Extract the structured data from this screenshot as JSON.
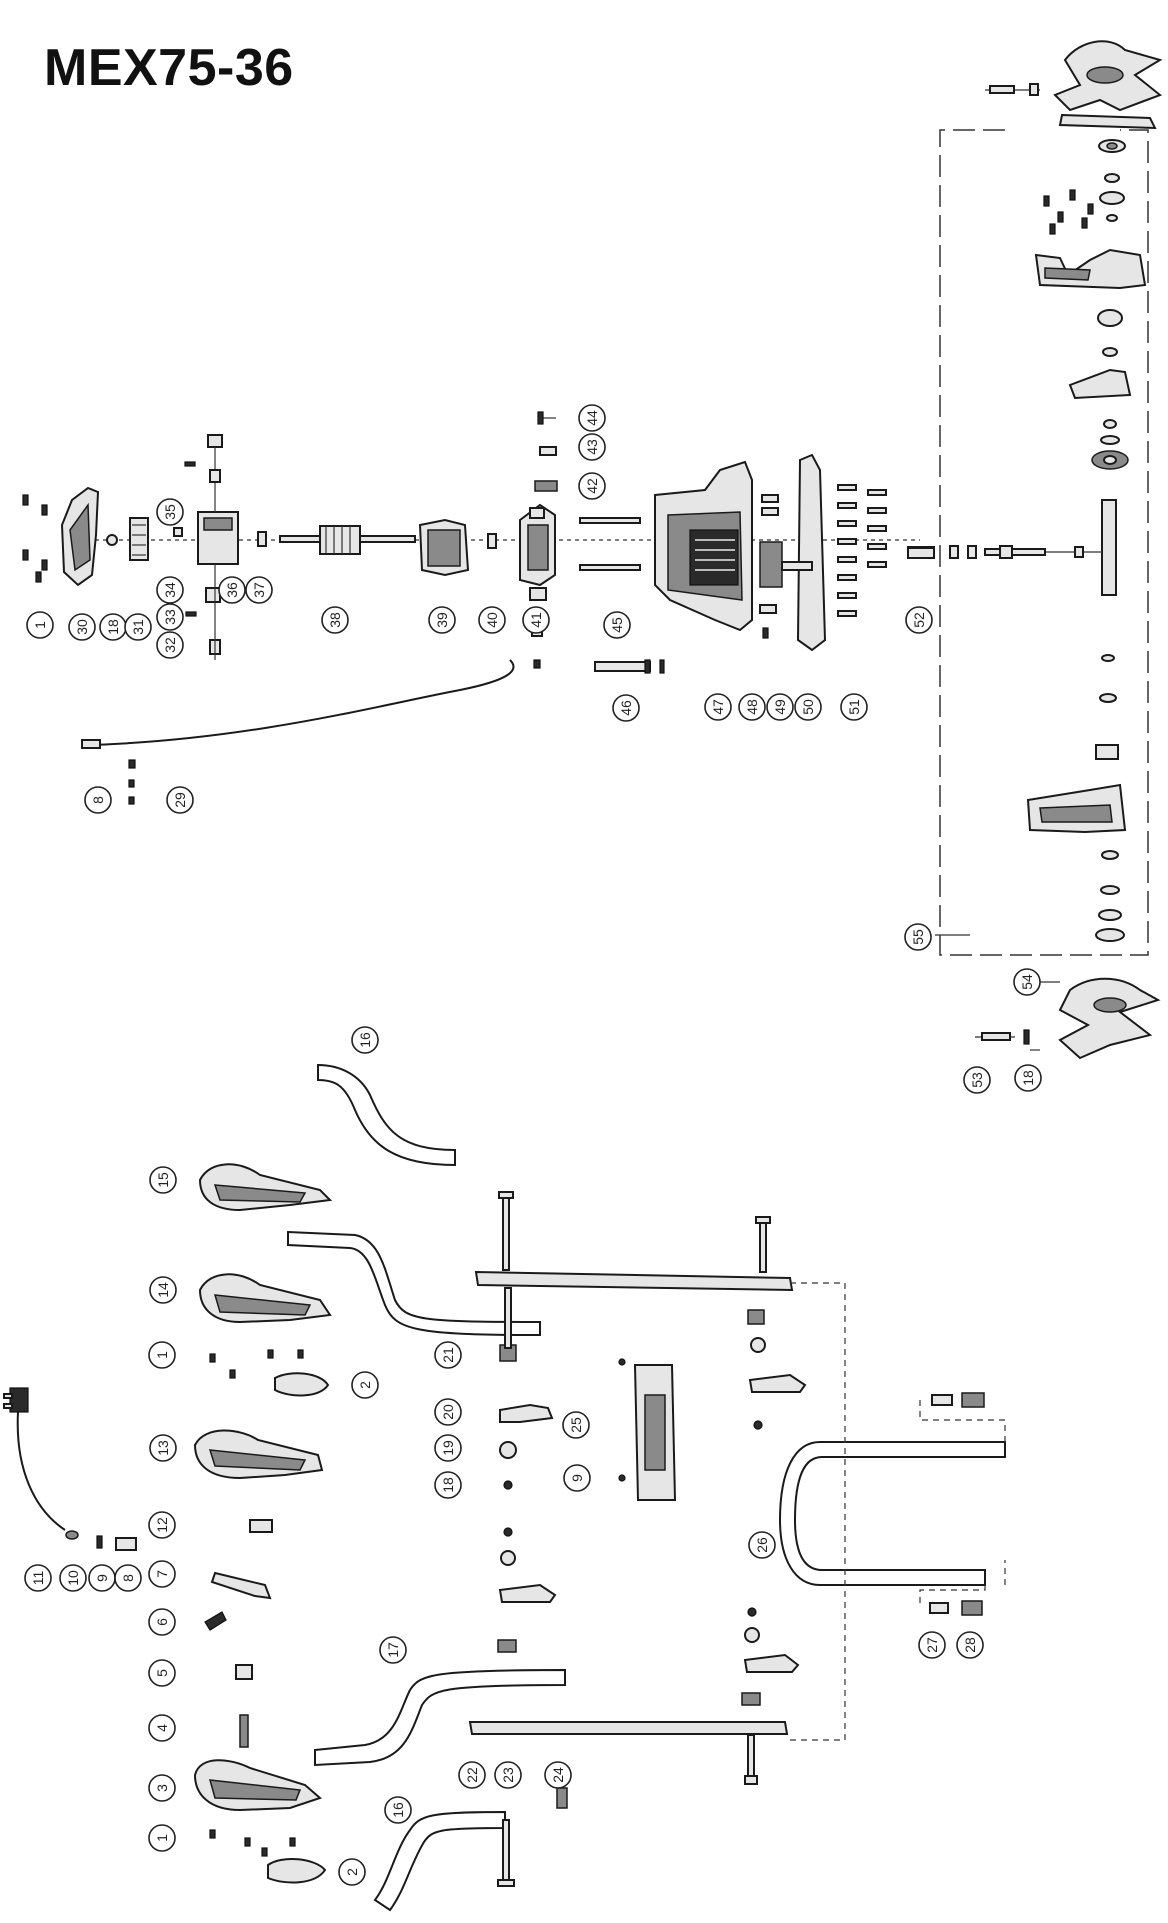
{
  "title": "MEX75-36",
  "callouts": [
    {
      "id": "c1a",
      "label": "1"
    },
    {
      "id": "c30",
      "label": "30"
    },
    {
      "id": "c18a",
      "label": "18"
    },
    {
      "id": "c31",
      "label": "31"
    },
    {
      "id": "c32",
      "label": "32"
    },
    {
      "id": "c33",
      "label": "33"
    },
    {
      "id": "c34",
      "label": "34"
    },
    {
      "id": "c35",
      "label": "35"
    },
    {
      "id": "c36",
      "label": "36"
    },
    {
      "id": "c37",
      "label": "37"
    },
    {
      "id": "c38",
      "label": "38"
    },
    {
      "id": "c39",
      "label": "39"
    },
    {
      "id": "c40",
      "label": "40"
    },
    {
      "id": "c41",
      "label": "41"
    },
    {
      "id": "c42",
      "label": "42"
    },
    {
      "id": "c43",
      "label": "43"
    },
    {
      "id": "c44",
      "label": "44"
    },
    {
      "id": "c45",
      "label": "45"
    },
    {
      "id": "c46",
      "label": "46"
    },
    {
      "id": "c47",
      "label": "47"
    },
    {
      "id": "c48",
      "label": "48"
    },
    {
      "id": "c49",
      "label": "49"
    },
    {
      "id": "c50",
      "label": "50"
    },
    {
      "id": "c51",
      "label": "51"
    },
    {
      "id": "c52",
      "label": "52"
    },
    {
      "id": "c8a",
      "label": "8"
    },
    {
      "id": "c29",
      "label": "29"
    },
    {
      "id": "c55",
      "label": "55"
    },
    {
      "id": "c54",
      "label": "54"
    },
    {
      "id": "c53",
      "label": "53"
    },
    {
      "id": "c18b",
      "label": "18"
    },
    {
      "id": "c16a",
      "label": "16"
    },
    {
      "id": "c15",
      "label": "15"
    },
    {
      "id": "c14",
      "label": "14"
    },
    {
      "id": "c1b",
      "label": "1"
    },
    {
      "id": "c2a",
      "label": "2"
    },
    {
      "id": "c13",
      "label": "13"
    },
    {
      "id": "c12",
      "label": "12"
    },
    {
      "id": "c7",
      "label": "7"
    },
    {
      "id": "c6",
      "label": "6"
    },
    {
      "id": "c5",
      "label": "5"
    },
    {
      "id": "c4",
      "label": "4"
    },
    {
      "id": "c3",
      "label": "3"
    },
    {
      "id": "c1c",
      "label": "1"
    },
    {
      "id": "c2b",
      "label": "2"
    },
    {
      "id": "c11",
      "label": "11"
    },
    {
      "id": "c10",
      "label": "10"
    },
    {
      "id": "c9a",
      "label": "9"
    },
    {
      "id": "c8b",
      "label": "8"
    },
    {
      "id": "c21",
      "label": "21"
    },
    {
      "id": "c20",
      "label": "20"
    },
    {
      "id": "c19",
      "label": "19"
    },
    {
      "id": "c18c",
      "label": "18"
    },
    {
      "id": "c25",
      "label": "25"
    },
    {
      "id": "c9b",
      "label": "9"
    },
    {
      "id": "c26",
      "label": "26"
    },
    {
      "id": "c27",
      "label": "27"
    },
    {
      "id": "c28",
      "label": "28"
    },
    {
      "id": "c17",
      "label": "17"
    },
    {
      "id": "c22",
      "label": "22"
    },
    {
      "id": "c23",
      "label": "23"
    },
    {
      "id": "c24",
      "label": "24"
    },
    {
      "id": "c16b",
      "label": "16"
    }
  ]
}
